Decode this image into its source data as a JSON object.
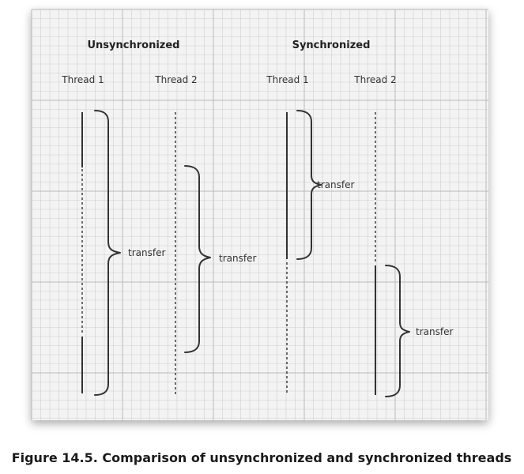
{
  "headings": {
    "unsynchronized": "Unsynchronized",
    "synchronized": "Synchronized"
  },
  "threads": {
    "unsync_thread_1": "Thread 1",
    "unsync_thread_2": "Thread 2",
    "sync_thread_1": "Thread 1",
    "sync_thread_2": "Thread 2"
  },
  "transfers": {
    "unsync_1": "transfer",
    "unsync_2": "transfer",
    "sync_1": "transfer",
    "sync_2": "transfer"
  },
  "caption": "Figure 14.5. Comparison of unsynchronized and synchronized threads",
  "colors": {
    "grid_paper": "#f3f3f3",
    "grid_line": "#cfcfcf",
    "grid_line_major": "#b9b9b9",
    "ink": "#333333"
  }
}
